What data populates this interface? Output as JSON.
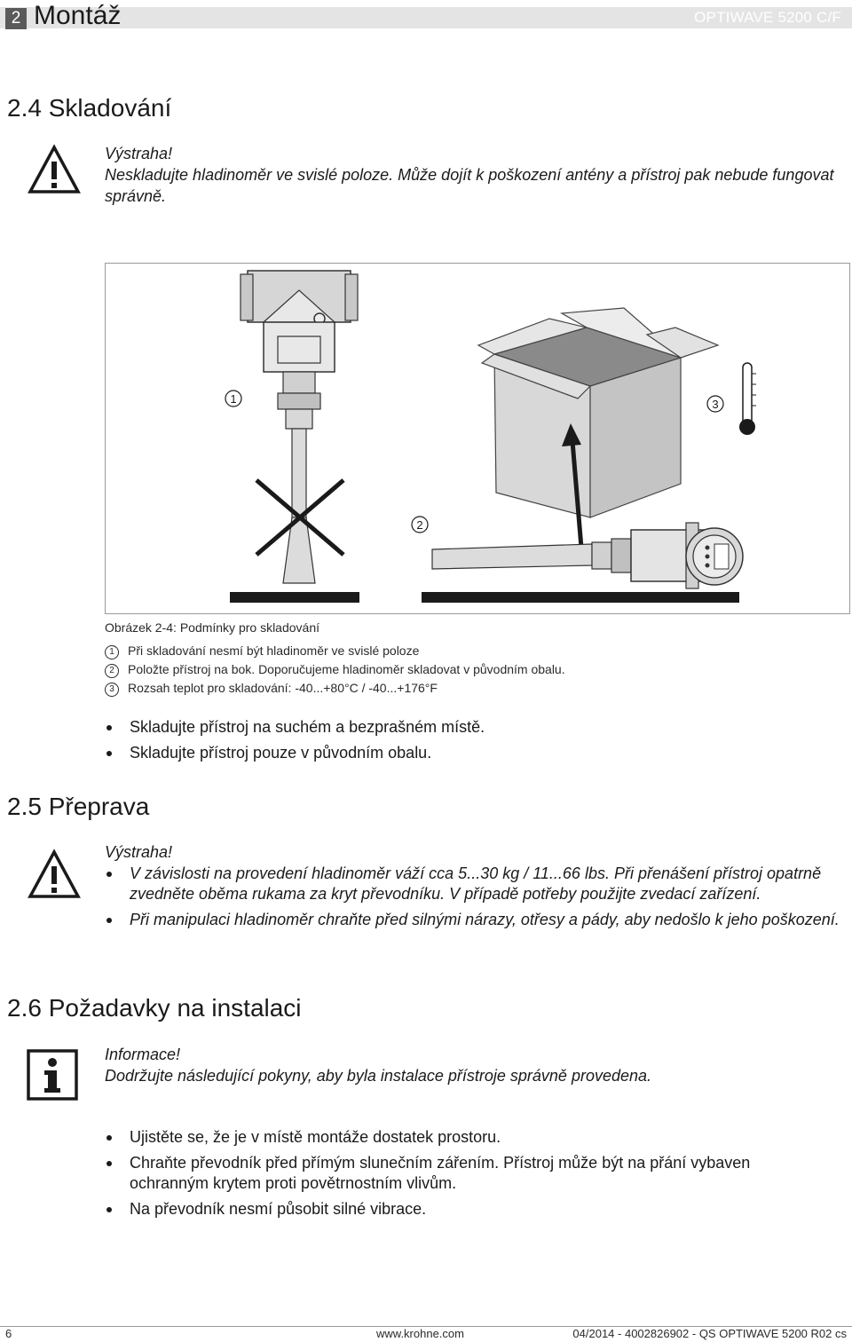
{
  "header": {
    "chapter_number": "2",
    "chapter_title": "Montáž",
    "product": "OPTIWAVE 5200 C/F"
  },
  "section_storage": {
    "title": "2.4  Skladování",
    "warning": {
      "label": "Výstraha!",
      "text": "Neskladujte hladinoměr ve svislé poloze. Může dojít k poškození antény a přístroj pak nebude fungovat správně."
    },
    "figure": {
      "markers": [
        "1",
        "2",
        "3"
      ],
      "caption": "Obrázek 2-4: Podmínky pro skladování",
      "legend": [
        {
          "num": "1",
          "text": "Při skladování nesmí být hladinoměr ve svislé poloze"
        },
        {
          "num": "2",
          "text": "Položte přístroj na bok. Doporučujeme hladinoměr skladovat v původním obalu."
        },
        {
          "num": "3",
          "text": "Rozsah teplot pro skladování: -40...+80°C / -40...+176°F"
        }
      ]
    },
    "bullets": [
      "Skladujte přístroj na suchém a bezprašném místě.",
      "Skladujte přístroj pouze v původním obalu."
    ]
  },
  "section_transport": {
    "title": "2.5  Přeprava",
    "warning": {
      "label": "Výstraha!",
      "bullets": [
        "V závislosti na provedení hladinoměr váží cca 5...30 kg / 11...66 lbs. Při přenášení přístroj opatrně zvedněte oběma rukama za kryt převodníku. V případě potřeby použijte zvedací zařízení.",
        "Při manipulaci hladinoměr chraňte před silnými nárazy, otřesy a pády, aby nedošlo k jeho poškození."
      ]
    }
  },
  "section_install": {
    "title": "2.6  Požadavky na instalaci",
    "info": {
      "label": "Informace!",
      "text": "Dodržujte následující pokyny, aby byla instalace přístroje správně provedena."
    },
    "bullets": [
      "Ujistěte se, že je v místě montáže dostatek prostoru.",
      "Chraňte převodník před přímým slunečním zářením. Přístroj může být na přání vybaven ochranným krytem proti povětrnostním vlivům.",
      "Na převodník nesmí působit silné vibrace."
    ]
  },
  "footer": {
    "page": "6",
    "website": "www.krohne.com",
    "doc_ref": "04/2014 - 4002826902 - QS OPTIWAVE 5200 R02 cs"
  }
}
